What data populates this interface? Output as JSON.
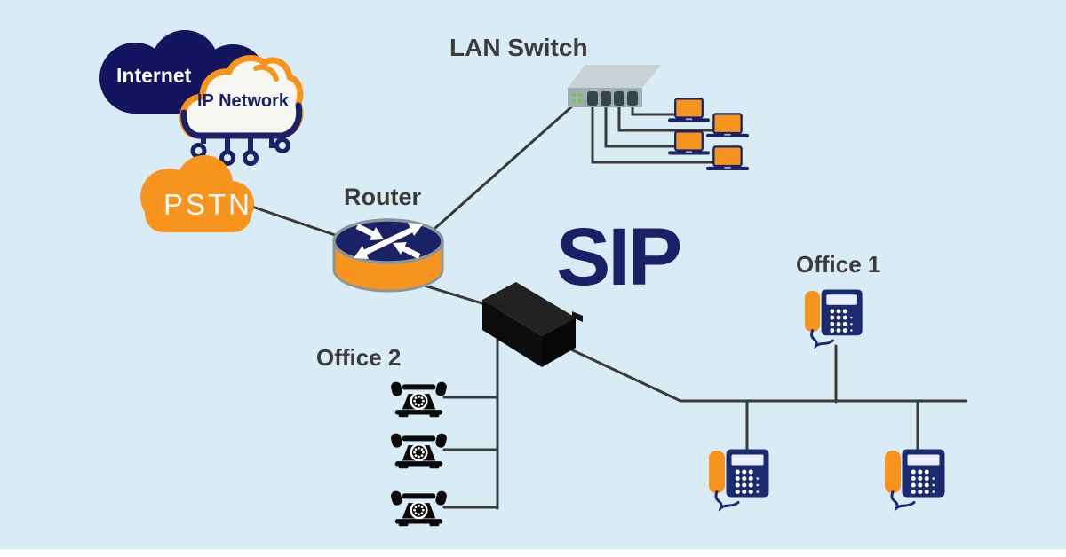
{
  "diagram": {
    "type": "network-diagram",
    "labels": {
      "internet": "Internet",
      "ip_network": "IP Network",
      "pstn": "PSTN",
      "router": "Router",
      "lan_switch": "LAN Switch",
      "sip": "SIP",
      "office1": "Office 1",
      "office2": "Office 2"
    },
    "colors": {
      "background": "#d9ecf6",
      "navy": "#1b2166",
      "dark_navy": "#14155e",
      "orange": "#f7941e",
      "connector_line": "#3a3a3a",
      "label_text": "#3b3b3d",
      "switch_front": "#9fadb4",
      "switch_top": "#c7d1d6",
      "led_green": "#7cc142",
      "server_black": "#0d0d0d",
      "phone_navy": "#1b2a6e",
      "rotary_black": "#0a0a0a"
    },
    "nodes": [
      {
        "id": "internet",
        "kind": "cloud",
        "label": "Internet"
      },
      {
        "id": "ip-network",
        "kind": "cloud",
        "label": "IP Network"
      },
      {
        "id": "pstn",
        "kind": "cloud",
        "label": "PSTN"
      },
      {
        "id": "router",
        "kind": "router",
        "label": "Router"
      },
      {
        "id": "lan-switch",
        "kind": "ethernet-switch",
        "label": "LAN Switch"
      },
      {
        "id": "laptops",
        "kind": "laptop",
        "count": 4
      },
      {
        "id": "sip-server",
        "kind": "server-box",
        "label": "SIP"
      },
      {
        "id": "office-1",
        "kind": "ip-desk-phone-group",
        "label": "Office 1",
        "count": 3
      },
      {
        "id": "office-2",
        "kind": "analog-rotary-phone-group",
        "label": "Office 2",
        "count": 3
      }
    ],
    "connections": [
      [
        "pstn",
        "router"
      ],
      [
        "router",
        "lan-switch"
      ],
      [
        "lan-switch",
        "laptops"
      ],
      [
        "router",
        "sip-server"
      ],
      [
        "sip-server",
        "office-2"
      ],
      [
        "sip-server",
        "office-1"
      ]
    ]
  }
}
